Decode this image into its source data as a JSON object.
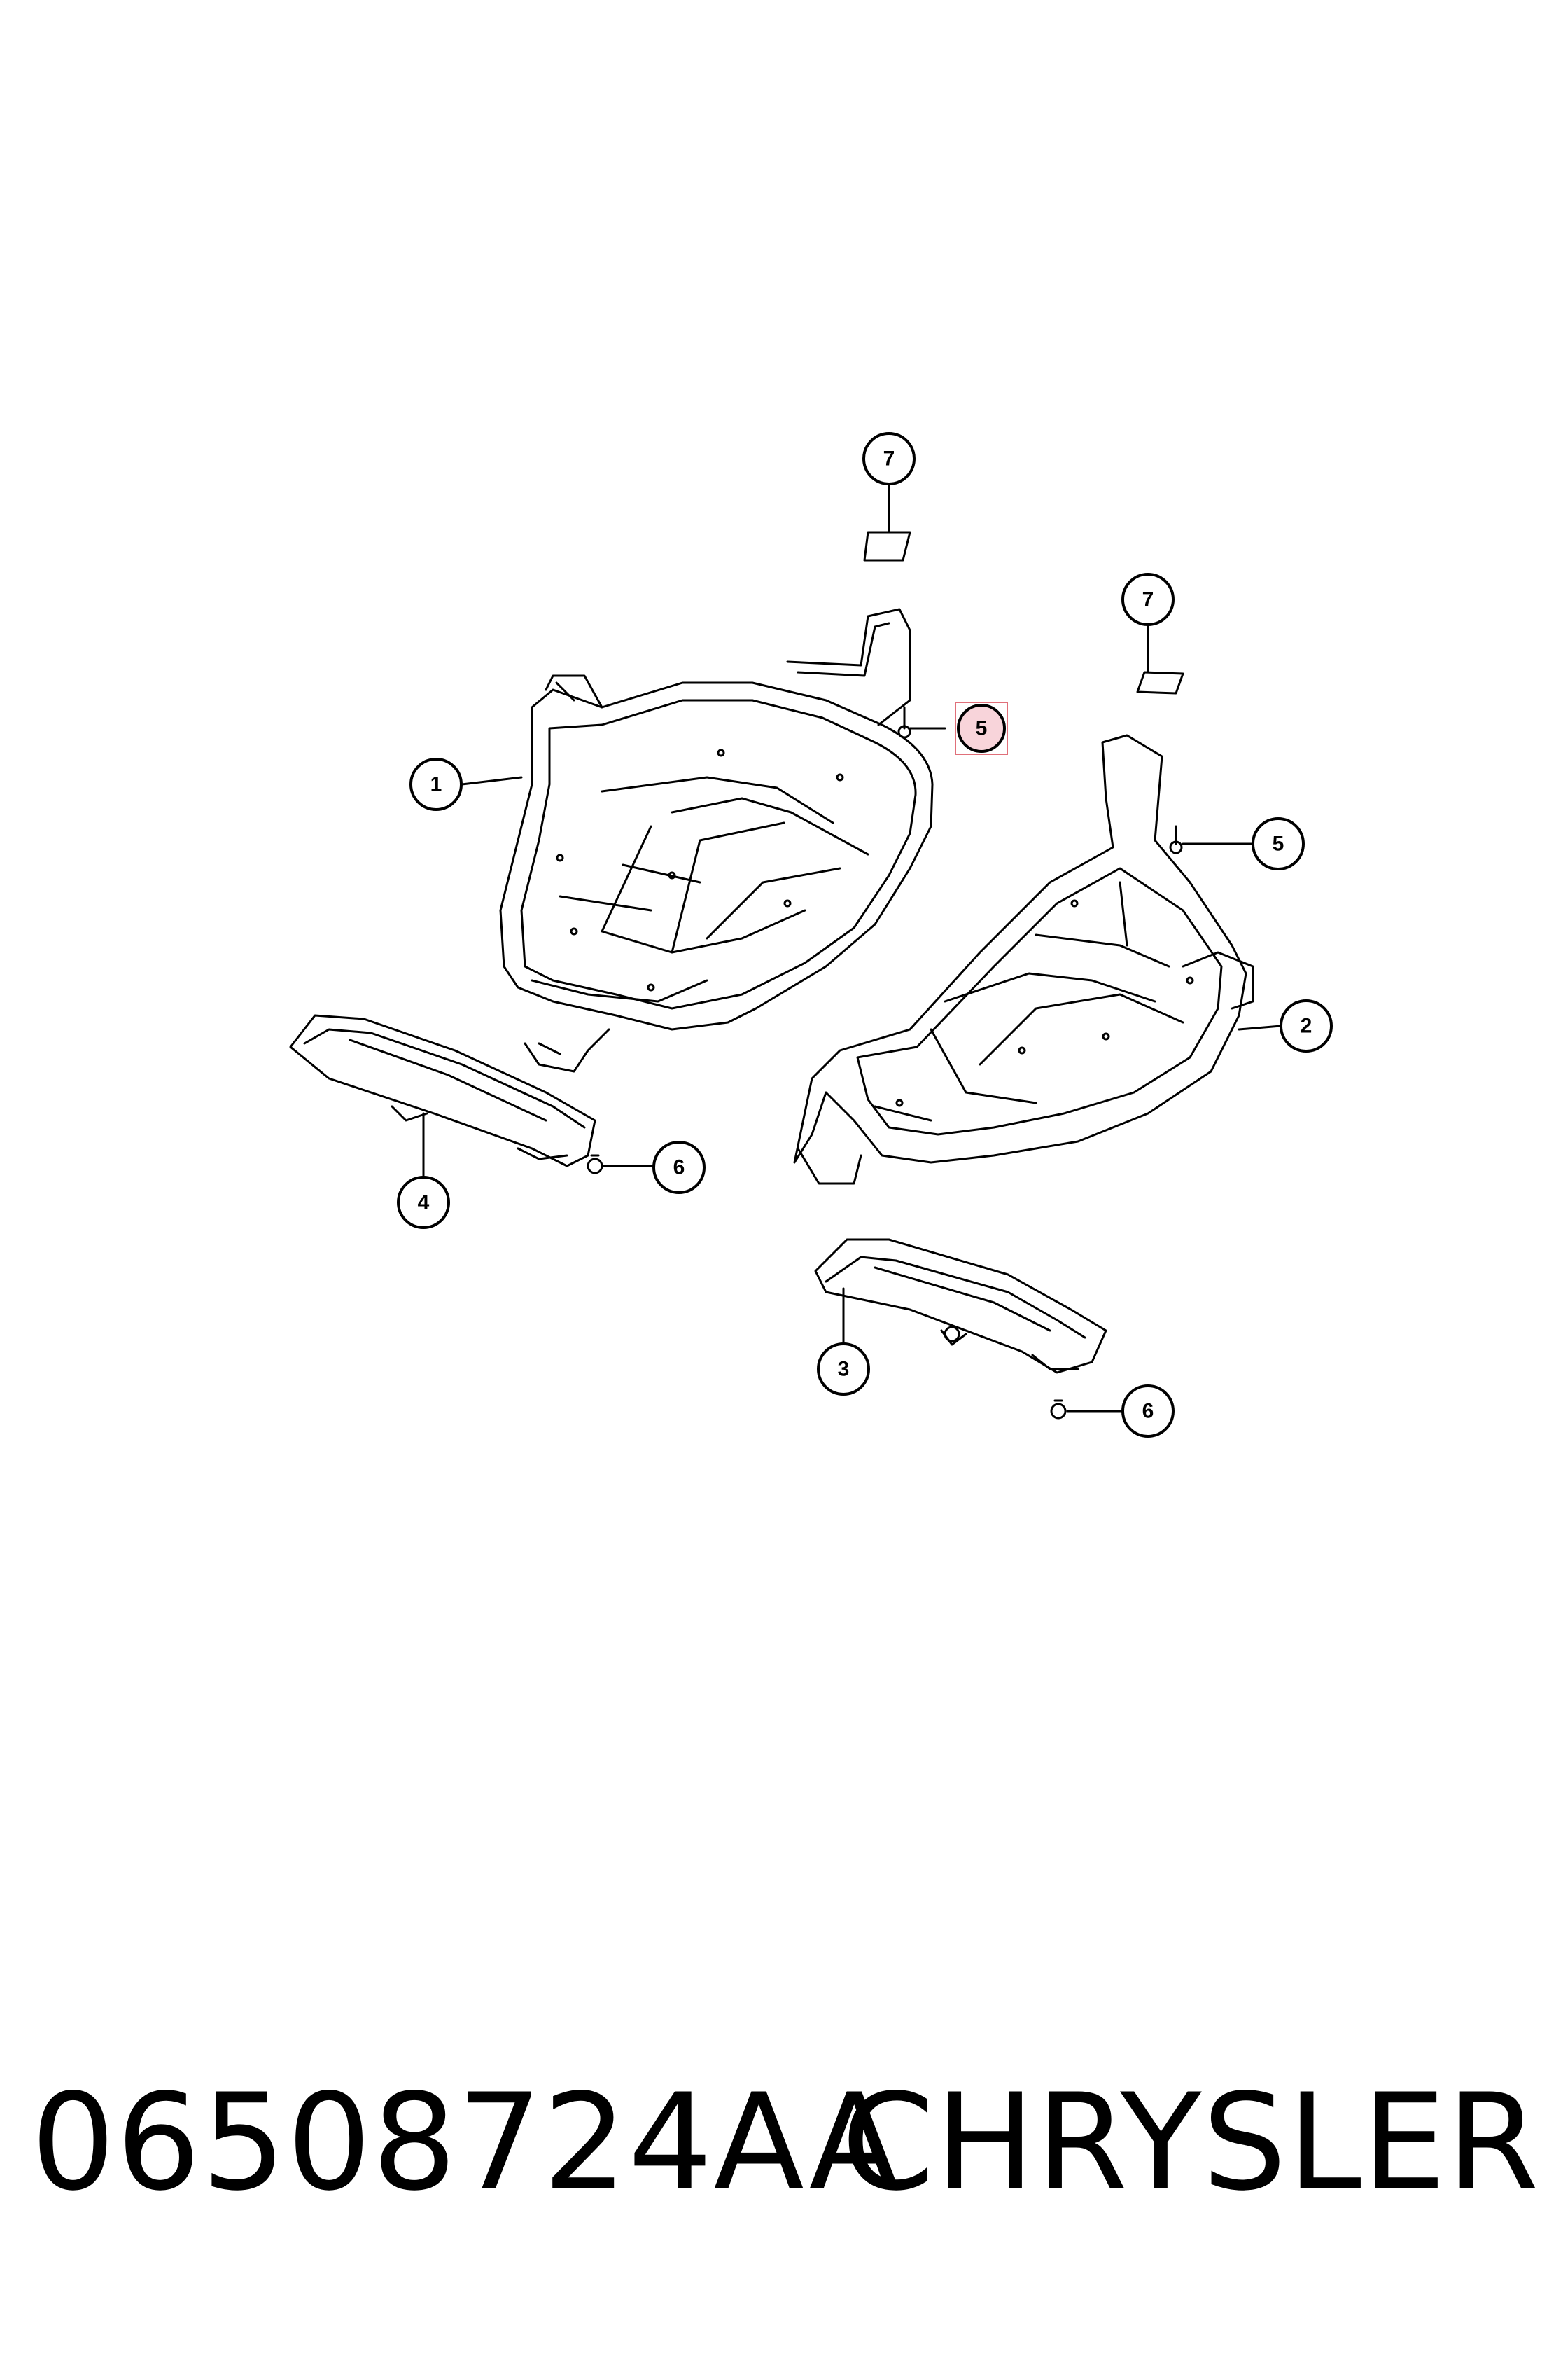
{
  "callouts": {
    "c1": "1",
    "c2": "2",
    "c3": "3",
    "c4": "4",
    "c5a": "5",
    "c5b": "5",
    "c6a": "6",
    "c6b": "6",
    "c7a": "7",
    "c7b": "7"
  },
  "highlight_color": "#f8d4da",
  "highlight_border": "#e0707a",
  "footer": {
    "part_number": "06508724AA",
    "brand": "CHRYSLER"
  }
}
